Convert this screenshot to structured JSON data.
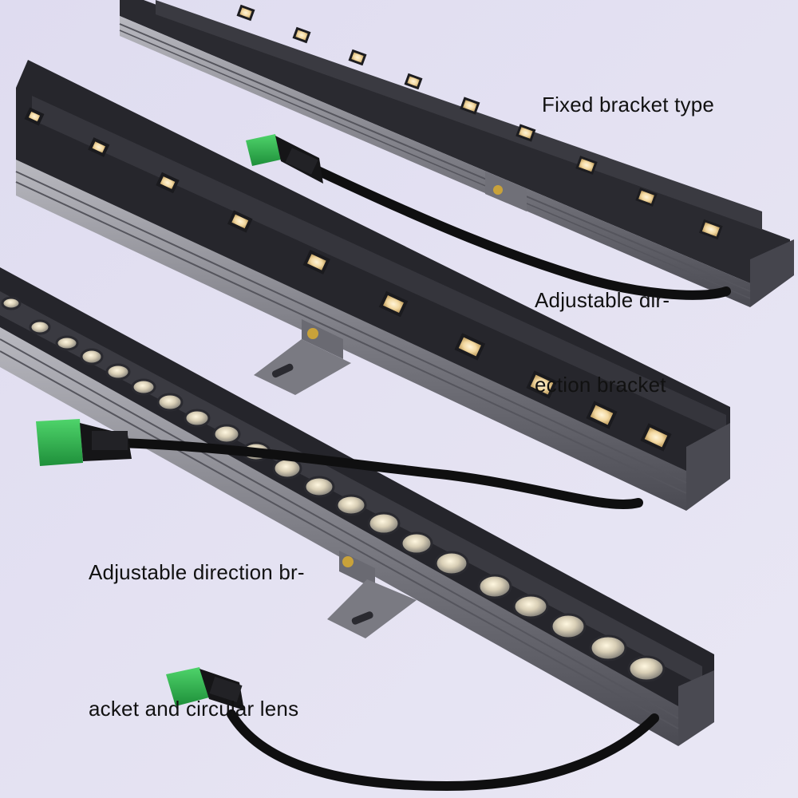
{
  "captions": {
    "line_1": "Fixed bracket type",
    "line_2": "Adjustable dir-",
    "line_3": "ection bracket",
    "line_4": "Adjustable direction br-",
    "line_5": "acket and circular lens"
  },
  "colors": {
    "background": "#e4e2f1",
    "housing": "#2b2b30",
    "aluminum": "#8a8a90",
    "connector_green": "#2bb24c",
    "cable": "#111111",
    "led_warm": "#f3d9a2"
  }
}
